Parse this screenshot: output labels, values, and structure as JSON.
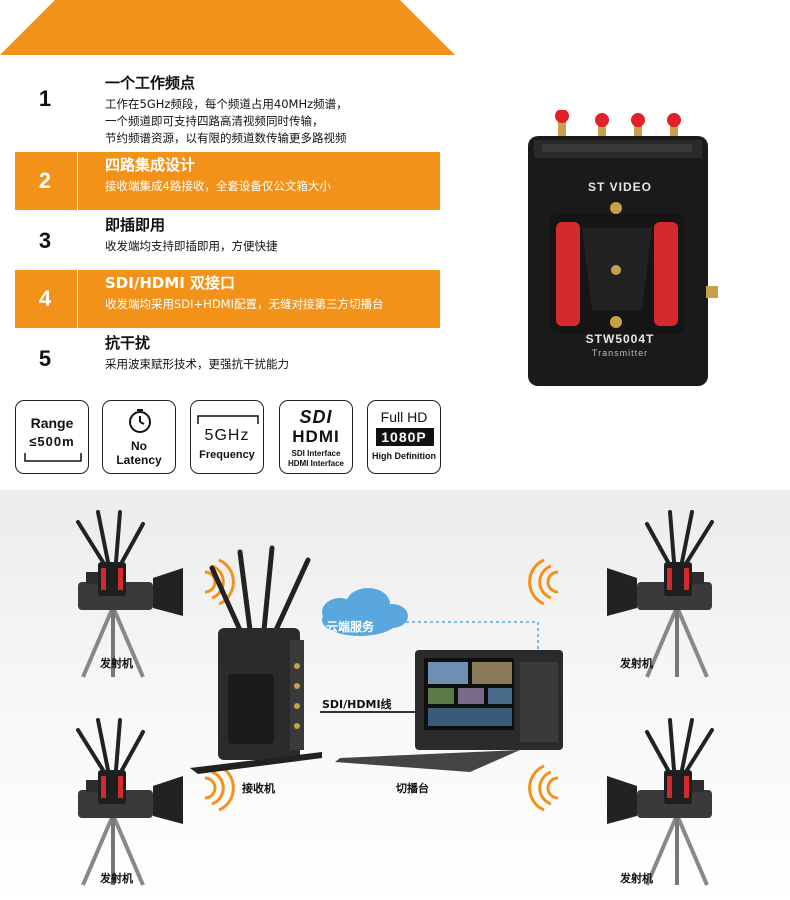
{
  "features": [
    {
      "num": "1",
      "title": "一个工作频点",
      "desc": [
        "工作在5GHz频段，每个频道占用40MHz频谱，",
        "一个频道即可支持四路高清视频同时传输，",
        "节约频谱资源，以有限的频道数传输更多路视频"
      ],
      "highlight": false
    },
    {
      "num": "2",
      "title": "四路集成设计",
      "desc": [
        "接收端集成4路接收，全套设备仅公文箱大小"
      ],
      "highlight": true
    },
    {
      "num": "3",
      "title": "即插即用",
      "desc": [
        "收发端均支持即插即用，方便快捷"
      ],
      "highlight": false
    },
    {
      "num": "4",
      "title": "SDI/HDMI 双接口",
      "desc": [
        "收发端均采用SDI+HDMI配置，无缝对接第三方切播台"
      ],
      "highlight": true
    },
    {
      "num": "5",
      "title": "抗干扰",
      "desc": [
        "采用波束赋形技术，更强抗干扰能力"
      ],
      "highlight": false
    }
  ],
  "badges": {
    "range": {
      "line1": "Range",
      "line2": "≤500m"
    },
    "latency": {
      "line1": "No",
      "line2": "Latency"
    },
    "frequency": {
      "line1": "5GHz",
      "line2": "Frequency"
    },
    "interface": {
      "line1": "SDI",
      "line2": "HDMI",
      "line3": "SDI Interface",
      "line4": "HDMI Interface"
    },
    "hd": {
      "line1": "Full HD",
      "line2": "1080P",
      "line3": "High Definition"
    }
  },
  "product": {
    "brand": "ST VIDEO",
    "model": "STW5004T",
    "subtitle": "Transmitter"
  },
  "diagram": {
    "cloud": "云端服务",
    "cable": "SDI/HDMI线",
    "transmitter": "发射机",
    "receiver": "接收机",
    "switcher": "切播台"
  },
  "colors": {
    "accent": "#f39219",
    "cloud": "#5aa7e0"
  }
}
